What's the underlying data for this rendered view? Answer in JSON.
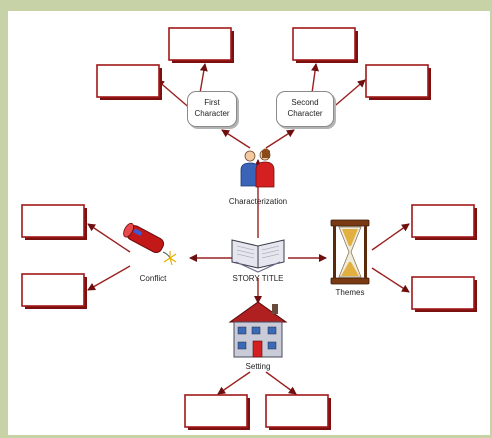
{
  "center": {
    "label": "STORY TITLE",
    "icon": "open-book-icon"
  },
  "branches": {
    "characterization": {
      "label": "Characterization",
      "icon": "two-people-icon"
    },
    "conflict": {
      "label": "Conflict",
      "icon": "dynamite-icon"
    },
    "themes": {
      "label": "Themes",
      "icon": "hourglass-icon"
    },
    "setting": {
      "label": "Setting",
      "icon": "house-icon"
    }
  },
  "characters": {
    "first": {
      "line1": "First",
      "line2": "Character"
    },
    "second": {
      "line1": "Second",
      "line2": "Character"
    }
  },
  "colors": {
    "background": "#c7d3a6",
    "box_border": "#a01818",
    "box_shadow": "#7a1010",
    "line": "#9a2020",
    "arrow": "#6e0e0e"
  }
}
